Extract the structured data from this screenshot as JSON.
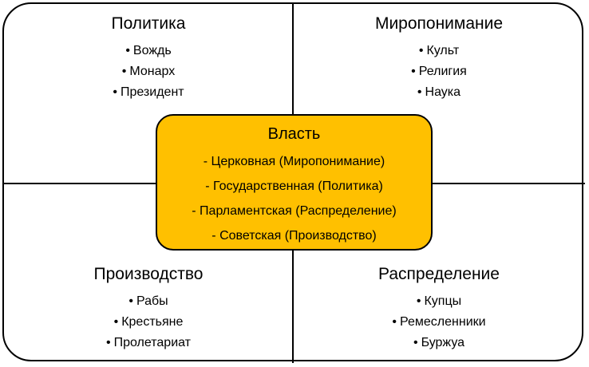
{
  "quadrants": {
    "politics": {
      "title": "Политика",
      "items": [
        "Вождь",
        "Монарх",
        "Президент"
      ]
    },
    "worldview": {
      "title": "Миропонимание",
      "items": [
        "Культ",
        "Религия",
        "Наука"
      ]
    },
    "production": {
      "title": "Производство",
      "items": [
        "Рабы",
        "Крестьяне",
        "Пролетариат"
      ]
    },
    "distribution": {
      "title": "Распределение",
      "items": [
        "Купцы",
        "Ремесленники",
        "Буржуа"
      ]
    }
  },
  "center": {
    "title": "Власть",
    "items": [
      "- Церковная (Миропонимание)",
      "- Государственная (Политика)",
      "- Парламентская (Распределение)",
      "- Советская (Производство)"
    ]
  },
  "bullet_glyph": "•",
  "colors": {
    "center_fill": "#ffc000",
    "lines": "#000000",
    "background": "#ffffff"
  }
}
